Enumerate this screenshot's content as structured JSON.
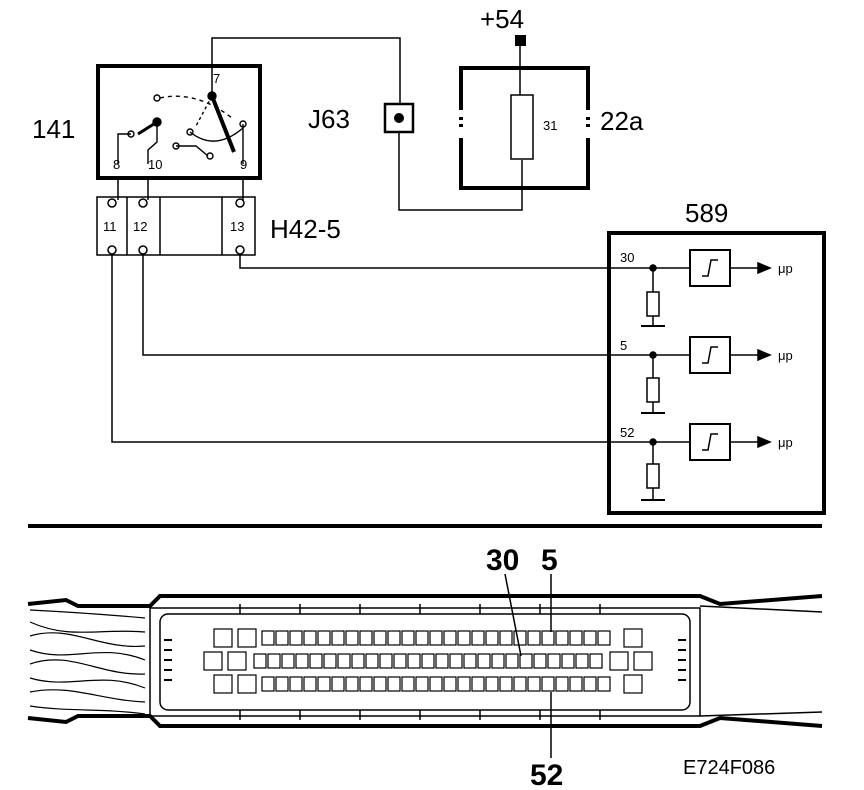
{
  "labels": {
    "supply": "+54",
    "switch": "141",
    "connector_j": "J63",
    "relay": "22a",
    "relay_pin": "31",
    "block": "H42-5",
    "ecu": "589",
    "mu_p": "μp",
    "reference": "E724F086"
  },
  "switch_pins": {
    "p7": "7",
    "p8": "8",
    "p10": "10",
    "p9": "9"
  },
  "block_pins": {
    "p11": "11",
    "p12": "12",
    "p13": "13"
  },
  "ecu_pins": {
    "p30": "30",
    "p5": "5",
    "p52": "52"
  },
  "connector_pins": {
    "p30": "30",
    "p5": "5",
    "p52": "52"
  }
}
